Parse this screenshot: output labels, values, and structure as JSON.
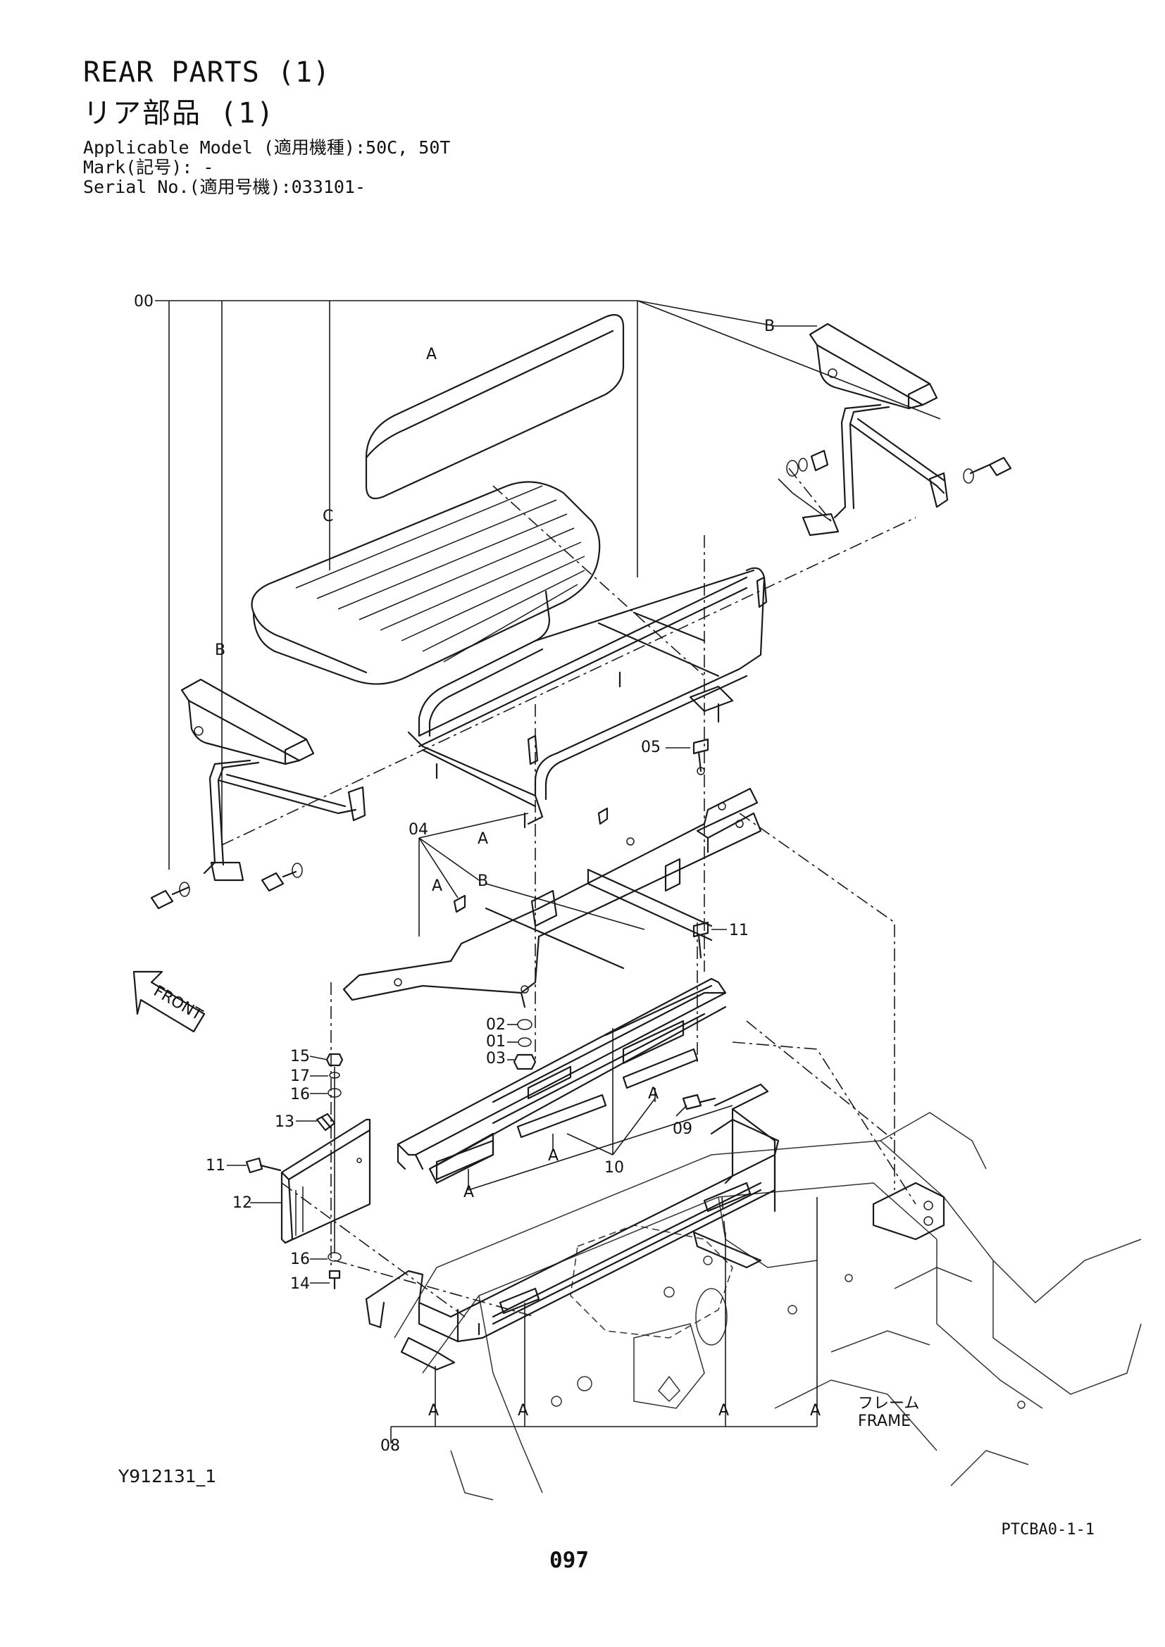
{
  "header": {
    "title_en": "REAR PARTS (1)",
    "title_jp": "リア部品 (1)",
    "model": "Applicable Model (適用機種):50C, 50T",
    "mark": "Mark(記号): -",
    "serial": "Serial No.(適用号機):033101-"
  },
  "callouts": {
    "p00": "00",
    "p01": "01",
    "p02": "02",
    "p03": "03",
    "p04": "04",
    "p05": "05",
    "p08": "08",
    "p09": "09",
    "p10": "10",
    "p11a": "11",
    "p11b": "11",
    "p12": "12",
    "p13": "13",
    "p14": "14",
    "p15": "15",
    "p16a": "16",
    "p16b": "16",
    "p17": "17"
  },
  "letters": {
    "A": "A",
    "B": "B",
    "C": "C"
  },
  "front_label": "FRONT",
  "frame_label_jp": "フレーム",
  "frame_label_en": "FRAME",
  "footer": {
    "code": "Y912131_1",
    "ref": "PTCBA0-1-1",
    "page": "097"
  }
}
